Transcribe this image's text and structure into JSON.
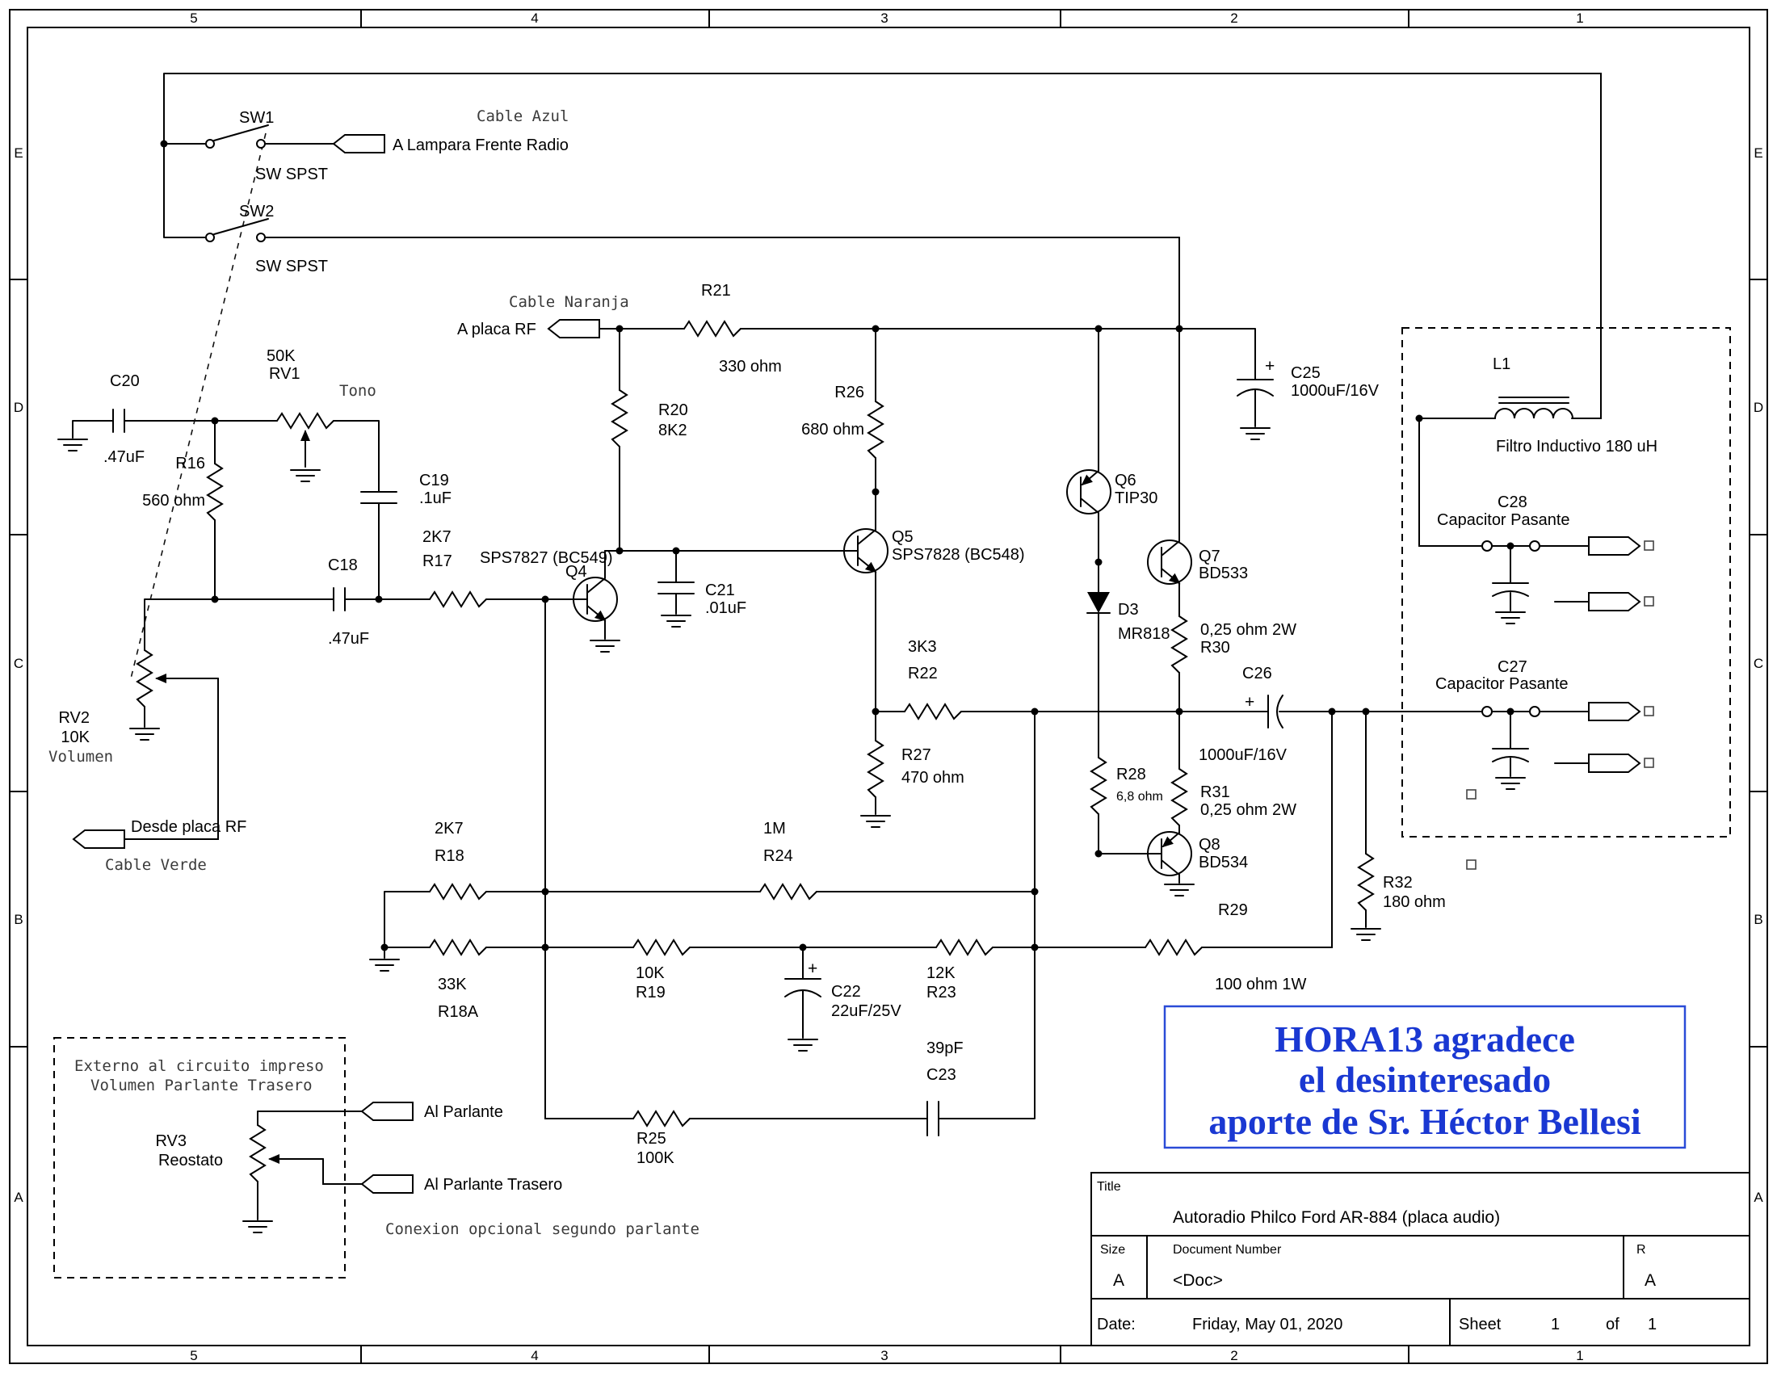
{
  "frame": {
    "cols": [
      "5",
      "4",
      "3",
      "2",
      "1"
    ],
    "rows": [
      "E",
      "D",
      "C",
      "B",
      "A"
    ]
  },
  "switches": {
    "sw1_ref": "SW1",
    "sw1_type": "SW SPST",
    "sw2_ref": "SW2",
    "sw2_type": "SW SPST"
  },
  "cables": {
    "blue": "Cable Azul",
    "orange": "Cable Naranja",
    "green": "Cable Verde"
  },
  "connectors": {
    "lamp": "A Lampara Frente Radio",
    "to_rf": "A placa RF",
    "from_rf": "Desde placa RF",
    "speaker": "Al Parlante",
    "speaker_rear": "Al Parlante Trasero"
  },
  "components": {
    "c20": {
      "ref": "C20",
      "value": ".47uF"
    },
    "rv1": {
      "ref": "RV1",
      "value": "50K",
      "note": "Tono"
    },
    "r16": {
      "ref": "R16",
      "value": "560 ohm"
    },
    "c19": {
      "ref": "C19",
      "value": ".1uF"
    },
    "r17": {
      "ref": "R17",
      "value": "2K7"
    },
    "c18": {
      "ref": "C18",
      "value": ".47uF"
    },
    "rv2": {
      "ref": "RV2",
      "value": "10K",
      "note": "Volumen"
    },
    "q4": {
      "ref": "Q4",
      "value": "SPS7827 (BC549)"
    },
    "c21": {
      "ref": "C21",
      "value": ".01uF"
    },
    "r20": {
      "ref": "R20",
      "value": "8K2"
    },
    "r21": {
      "ref": "R21",
      "value": "330 ohm"
    },
    "r26": {
      "ref": "R26",
      "value": "680 ohm"
    },
    "q5": {
      "ref": "Q5",
      "value": "SPS7828 (BC548)"
    },
    "q6": {
      "ref": "Q6",
      "value": "TIP30"
    },
    "q7": {
      "ref": "Q7",
      "value": "BD533"
    },
    "q8": {
      "ref": "Q8",
      "value": "BD534"
    },
    "d3": {
      "ref": "D3",
      "value": "MR818"
    },
    "r30": {
      "ref": "R30",
      "value": "0,25 ohm 2W"
    },
    "r31": {
      "ref": "R31",
      "value": "0,25 ohm 2W"
    },
    "r28": {
      "ref": "R28",
      "value": "6,8 ohm"
    },
    "r29": {
      "ref": "R29",
      "value": "100 ohm 1W"
    },
    "r22": {
      "ref": "R22",
      "value": "3K3"
    },
    "r27": {
      "ref": "R27",
      "value": "470 ohm"
    },
    "c25": {
      "ref": "C25",
      "value": "1000uF/16V"
    },
    "c26": {
      "ref": "C26",
      "value": "1000uF/16V"
    },
    "r32": {
      "ref": "R32",
      "value": "180 ohm"
    },
    "l1": {
      "ref": "L1",
      "value": "Filtro Inductivo 180 uH"
    },
    "c28": {
      "ref": "C28",
      "value": "Capacitor Pasante"
    },
    "c27": {
      "ref": "C27",
      "value": "Capacitor Pasante"
    },
    "r18": {
      "ref": "R18",
      "value": "2K7"
    },
    "r18a": {
      "ref": "R18A",
      "value": "33K"
    },
    "r19": {
      "ref": "R19",
      "value": "10K"
    },
    "r24": {
      "ref": "R24",
      "value": "1M"
    },
    "r23": {
      "ref": "R23",
      "value": "12K"
    },
    "c22": {
      "ref": "C22",
      "value": "22uF/25V"
    },
    "c23": {
      "ref": "C23",
      "value": "39pF"
    },
    "r25": {
      "ref": "R25",
      "value": "100K"
    },
    "rv3": {
      "ref": "RV3",
      "value": "Reostato"
    }
  },
  "symbols": {
    "plus": "+"
  },
  "notes": {
    "external_box_line1": "Externo al circuito impreso",
    "external_box_line2": "Volumen Parlante Trasero",
    "optional": "Conexion opcional  segundo parlante",
    "credit_line1": "HORA13 agradece",
    "credit_line2": "el desinteresado",
    "credit_line3": "aporte de Sr. Héctor Bellesi"
  },
  "title_block": {
    "title_label": "Title",
    "title": "Autoradio Philco Ford AR-884 (placa audio)",
    "size_label": "Size",
    "size": "A",
    "doc_label": "Document Number",
    "doc": "<Doc>",
    "rev_label": "R",
    "rev": "A",
    "date_label": "Date:",
    "date": "Friday, May 01, 2020",
    "sheet_label": "Sheet",
    "sheet_number": "1",
    "sheet_of": "of",
    "sheet_total": "1"
  }
}
